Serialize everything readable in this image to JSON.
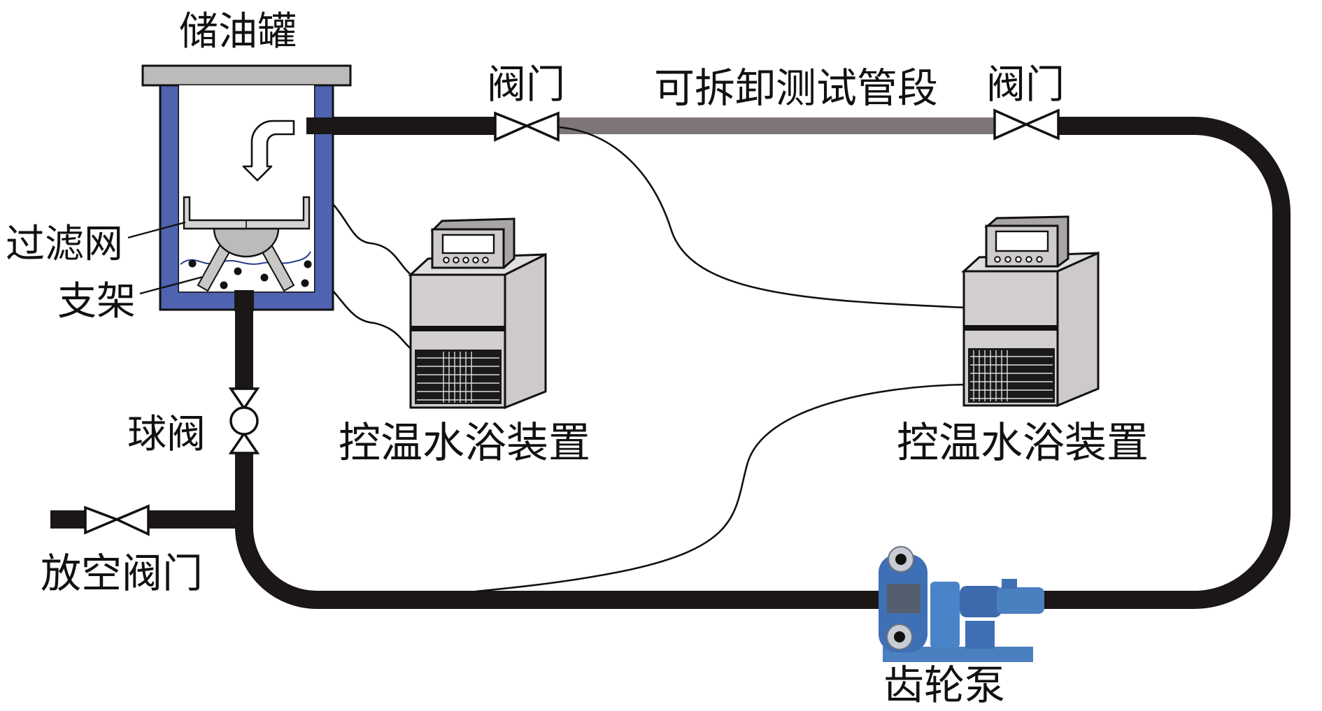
{
  "diagram": {
    "title": "储油罐",
    "labels": {
      "storage_tank": "储油罐",
      "filter_screen": "过滤网",
      "support": "支架",
      "ball_valve": "球阀",
      "vent_valve": "放空阀门",
      "valve_left": "阀门",
      "valve_right": "阀门",
      "test_section": "可拆卸测试管段",
      "water_bath_1": "控温水浴装置",
      "water_bath_2": "控温水浴装置",
      "gear_pump": "齿轮泵"
    },
    "components": [
      {
        "id": "storage-tank",
        "type": "tank",
        "label": "储油罐"
      },
      {
        "id": "filter-screen",
        "type": "filter",
        "label": "过滤网"
      },
      {
        "id": "support",
        "type": "support",
        "label": "支架"
      },
      {
        "id": "ball-valve",
        "type": "ball-valve",
        "label": "球阀"
      },
      {
        "id": "vent-valve",
        "type": "gate-valve",
        "label": "放空阀门"
      },
      {
        "id": "valve-left",
        "type": "gate-valve",
        "label": "阀门"
      },
      {
        "id": "test-section",
        "type": "removable-pipe",
        "label": "可拆卸测试管段"
      },
      {
        "id": "valve-right",
        "type": "gate-valve",
        "label": "阀门"
      },
      {
        "id": "water-bath-1",
        "type": "thermostatic-bath",
        "label": "控温水浴装置"
      },
      {
        "id": "water-bath-2",
        "type": "thermostatic-bath",
        "label": "控温水浴装置"
      },
      {
        "id": "gear-pump",
        "type": "pump",
        "label": "齿轮泵"
      }
    ],
    "colors": {
      "tank_wall": "#4f63b0",
      "pipe": "#1a1716",
      "test_pipe": "#7e7676",
      "lid": "#bdbaba",
      "equipment_body": "#d3cfcf",
      "pump_blue": "#3f6fb5",
      "water_line": "#2a3f8f"
    }
  }
}
